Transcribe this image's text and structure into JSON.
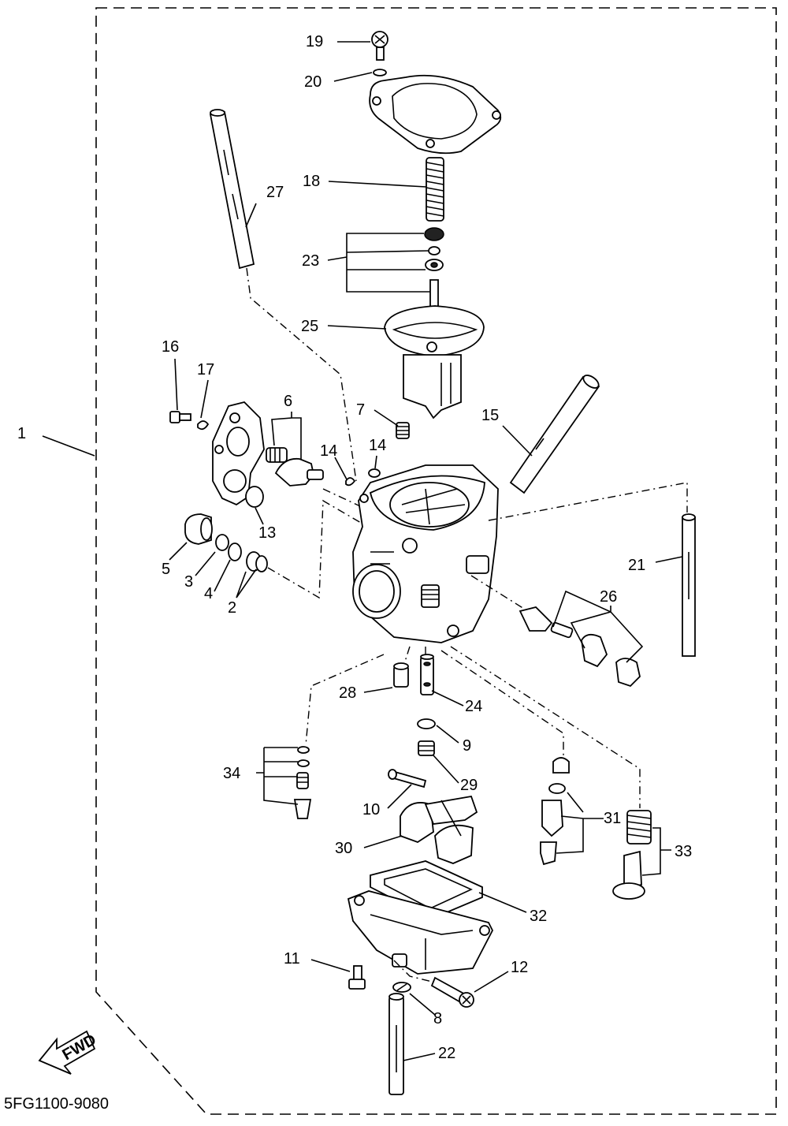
{
  "drawing_number": "5FG1100-9080",
  "fwd_label": "FWD",
  "callouts": {
    "c1": "1",
    "c2": "2",
    "c3": "3",
    "c4": "4",
    "c5": "5",
    "c6": "6",
    "c7": "7",
    "c8": "8",
    "c9": "9",
    "c10": "10",
    "c11": "11",
    "c12": "12",
    "c13": "13",
    "c14a": "14",
    "c14b": "14",
    "c15": "15",
    "c16": "16",
    "c17": "17",
    "c18": "18",
    "c19": "19",
    "c20": "20",
    "c21": "21",
    "c22": "22",
    "c23": "23",
    "c24": "24",
    "c25": "25",
    "c26": "26",
    "c27": "27",
    "c28": "28",
    "c29": "29",
    "c30": "30",
    "c31": "31",
    "c32": "32",
    "c33": "33",
    "c34": "34"
  }
}
